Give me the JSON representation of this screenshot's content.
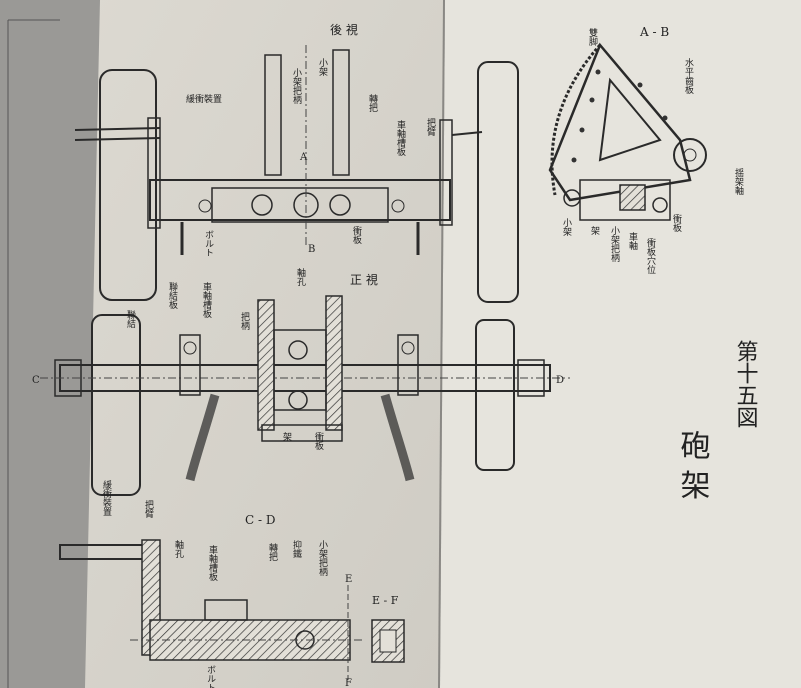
{
  "views": {
    "rear": {
      "title": "後 視",
      "center_label": "A",
      "center_label_b": "B"
    },
    "plan": {
      "title": "正 視",
      "label_c": "C",
      "label_d": "D"
    },
    "ab": {
      "title": "A - B"
    },
    "cd": {
      "title": "C - D",
      "label_e": "E",
      "label_f": "F"
    },
    "ef": {
      "title": "E - F"
    }
  },
  "labels": [
    "小架",
    "小架把柄",
    "轉把",
    "車軸槽板",
    "把臂",
    "緩衝裝置",
    "ボルト",
    "衝板",
    "聯結",
    "聯結板",
    "車軸槽板",
    "把柄",
    "衝板",
    "雙脚",
    "水平齒板",
    "揺架軸",
    "小架",
    "車軸",
    "架",
    "小架把柄",
    "衝板穴位",
    "緩衝裝置",
    "車軸槽板",
    "車軸",
    "轉把",
    "聯結",
    "軸孔",
    "抑鐵",
    "ボルト",
    "架",
    "把臂"
  ],
  "figure": {
    "number_label": "第十五図",
    "name_label": "砲 架"
  },
  "colors": {
    "paper": "#e3e0d8",
    "ink": "#2a2a2a",
    "background": "#8c8c8a"
  }
}
